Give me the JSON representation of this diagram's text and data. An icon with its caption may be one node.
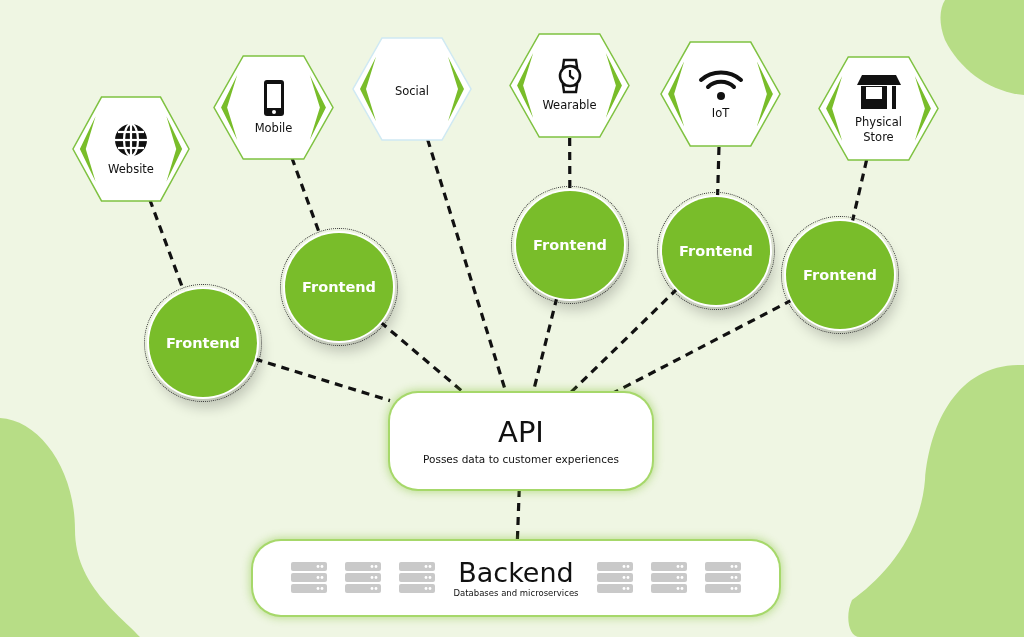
{
  "diagram": {
    "nodes": [
      {
        "text": [
          "Website"
        ]
      },
      {
        "text": [
          "Mobile"
        ]
      },
      {
        "text": [
          "Social"
        ]
      },
      {
        "text": [
          "Wearable"
        ]
      },
      {
        "text": [
          "IoT"
        ]
      },
      {
        "text": [
          "Physical Store"
        ]
      },
      {
        "text": [
          "Frontend"
        ]
      },
      {
        "text": [
          "Frontend"
        ]
      },
      {
        "text": [
          "Frontend"
        ]
      },
      {
        "text": [
          "Frontend"
        ]
      },
      {
        "text": [
          "Frontend"
        ]
      },
      {
        "text": [
          "API",
          "Posses data to customer experiences"
        ]
      },
      {
        "text": [
          "Backend",
          "Databases and microservices"
        ]
      }
    ],
    "edges": [
      {
        "from": 0,
        "to": 6,
        "arrow": "none",
        "style": "dashed"
      },
      {
        "from": 1,
        "to": 7,
        "arrow": "none",
        "style": "dashed"
      },
      {
        "from": 3,
        "to": 8,
        "arrow": "none",
        "style": "dashed"
      },
      {
        "from": 4,
        "to": 9,
        "arrow": "none",
        "style": "dashed"
      },
      {
        "from": 5,
        "to": 10,
        "arrow": "none",
        "style": "dashed"
      },
      {
        "from": 6,
        "to": 11,
        "arrow": "none",
        "style": "dashed"
      },
      {
        "from": 7,
        "to": 11,
        "arrow": "none",
        "style": "dashed"
      },
      {
        "from": 2,
        "to": 11,
        "arrow": "none",
        "style": "dashed"
      },
      {
        "from": 8,
        "to": 11,
        "arrow": "none",
        "style": "dashed"
      },
      {
        "from": 9,
        "to": 11,
        "arrow": "none",
        "style": "dashed"
      },
      {
        "from": 10,
        "to": 11,
        "arrow": "none",
        "style": "dashed"
      },
      {
        "from": 11,
        "to": 12,
        "arrow": "none",
        "style": "dashed"
      }
    ]
  }
}
